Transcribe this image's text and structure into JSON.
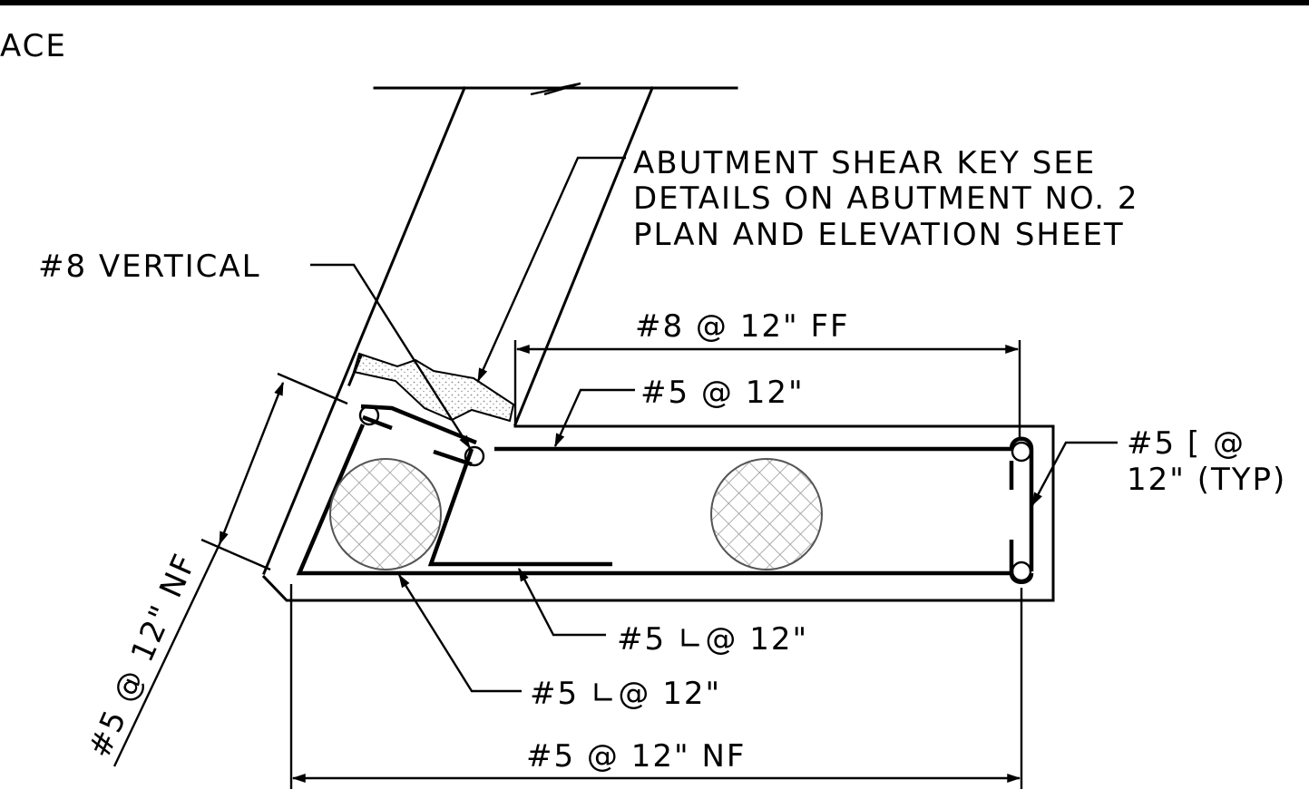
{
  "labels": {
    "top_left_fragment": "ACE",
    "shear_key_note": [
      "ABUTMENT SHEAR KEY SEE",
      "DETAILS ON ABUTMENT NO. 2",
      "PLAN AND ELEVATION SHEET"
    ],
    "vertical_bar": "#8 VERTICAL",
    "top_dimension": "#8 @ 12\" FF",
    "top_bar": "#5 @ 12\"",
    "hook_bar_line1": "#5 [ @",
    "hook_bar_line2": "12\" (TYP)",
    "l_bar_upper": "#5 ∟@ 12\"",
    "l_bar_lower": "#5 ∟@ 12\"",
    "bottom_dimension": "#5 @ 12\" NF",
    "diagonal_dimension": "#5 @ 12\" NF"
  },
  "colors": {
    "line": "#000000",
    "background": "#ffffff",
    "hatch": "#9a9a9a",
    "stipple": "#8c8c8c"
  }
}
